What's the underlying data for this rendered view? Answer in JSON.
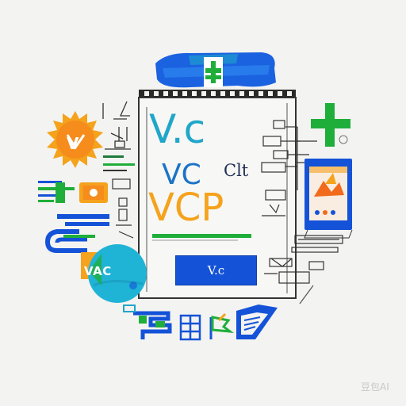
{
  "logo_texts": {
    "main_vc": "V.c",
    "second_vc": "VC",
    "cl_label": "Clt",
    "vcp": "VCP",
    "button_label": "V.c",
    "sun_label": "V",
    "badge_label": "",
    "globe_label": "VAC"
  },
  "watermark": "豆包AI",
  "colors": {
    "background": "#f3f3f1",
    "blue": "#1453d8",
    "cyan": "#1fa6c9",
    "green": "#1fae3a",
    "orange": "#f5a21c",
    "dark": "#1f2f55"
  },
  "icons": [
    "top-banner-icon",
    "plus-cross-icon",
    "sun-icon",
    "globe-icon",
    "image-card-icon",
    "paperclip-icon",
    "flag-icon",
    "key-icon",
    "envelope-icon",
    "book-icon"
  ]
}
